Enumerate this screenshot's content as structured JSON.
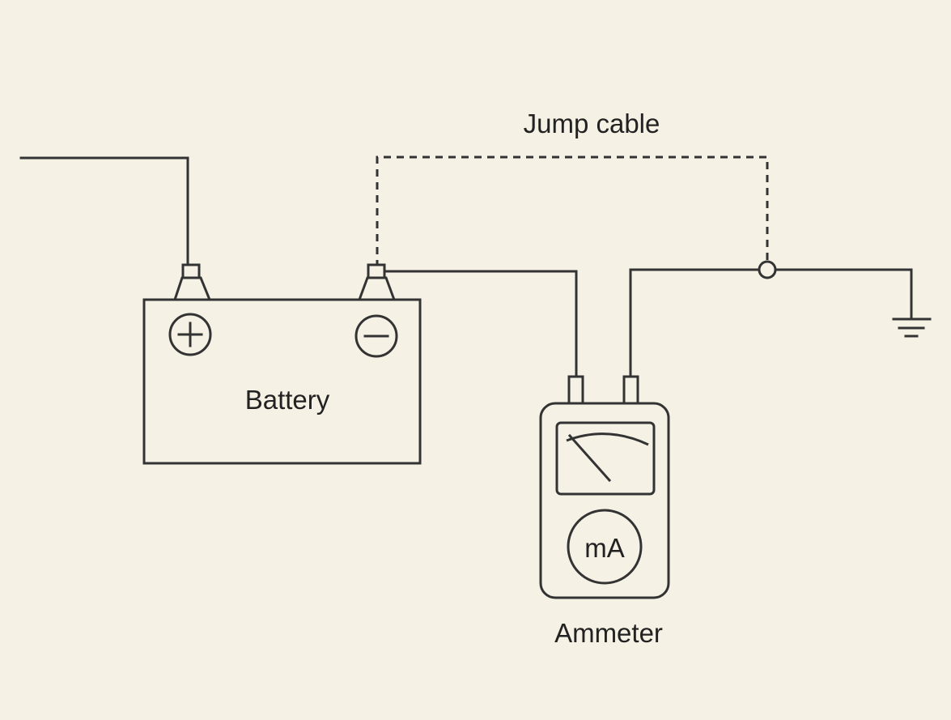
{
  "labels": {
    "jump_cable": "Jump cable",
    "battery": "Battery",
    "ammeter": "Ammeter",
    "meter_unit": "mA"
  },
  "colors": {
    "background": "#f5f1e4",
    "line": "#333333"
  }
}
